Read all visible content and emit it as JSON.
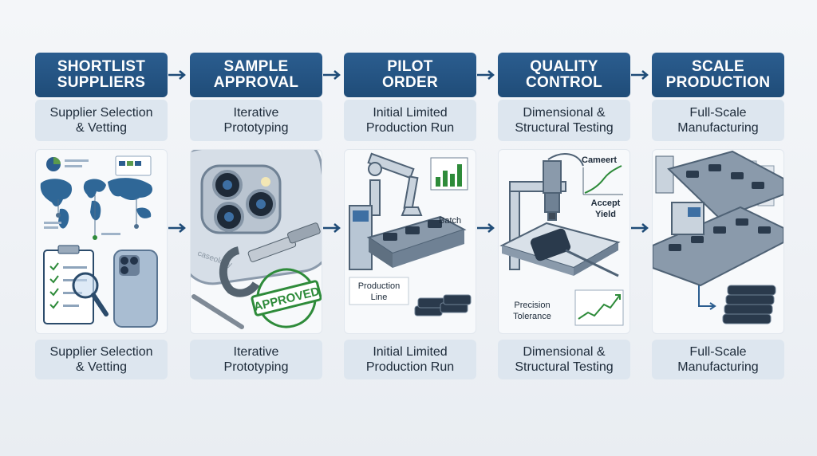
{
  "steps": [
    {
      "title_l1": "SHORTLIST",
      "title_l2": "SUPPLIERS",
      "sub_l1": "Supplier Selection",
      "sub_l2": "& Vetting",
      "cap_l1": "Supplier Selection",
      "cap_l2": "& Vetting"
    },
    {
      "title_l1": "SAMPLE",
      "title_l2": "APPROVAL",
      "sub_l1": "Iterative",
      "sub_l2": "Prototyping",
      "cap_l1": "Iterative",
      "cap_l2": "Prototyping",
      "illustration": {
        "brand": "caseology",
        "stamp": "APPROVED"
      }
    },
    {
      "title_l1": "PILOT",
      "title_l2": "ORDER",
      "sub_l1": "Initial Limited",
      "sub_l2": "Production Run",
      "cap_l1": "Initial Limited",
      "cap_l2": "Production Run",
      "illustration": {
        "batch_label": "Batch",
        "line_l1": "Production",
        "line_l2": "Line"
      }
    },
    {
      "title_l1": "QUALITY",
      "title_l2": "CONTROL",
      "sub_l1": "Dimensional &",
      "sub_l2": "Structural Testing",
      "cap_l1": "Dimensional &",
      "cap_l2": "Structural Testing",
      "illustration": {
        "chart_label": "Cameert",
        "accept_l1": "Accept",
        "accept_l2": "Yield",
        "tol_l1": "Precision",
        "tol_l2": "Tolerance"
      }
    },
    {
      "title_l1": "SCALE",
      "title_l2": "PRODUCTION",
      "sub_l1": "Full-Scale",
      "sub_l2": "Manufacturing",
      "cap_l1": "Full-Scale",
      "cap_l2": "Manufacturing"
    }
  ],
  "colors": {
    "header": "#1f4c78",
    "accent": "#2b5d8f",
    "panel": "#dde6ef",
    "green": "#2e8b3a"
  },
  "icons": [
    "arrow-right-icon",
    "world-map-icon",
    "clipboard-checklist-icon",
    "magnifier-icon",
    "phone-case-icon",
    "micrometer-icon",
    "approved-stamp-icon",
    "robot-arm-icon",
    "conveyor-icon",
    "microscope-icon",
    "line-chart-icon",
    "factory-line-icon"
  ]
}
